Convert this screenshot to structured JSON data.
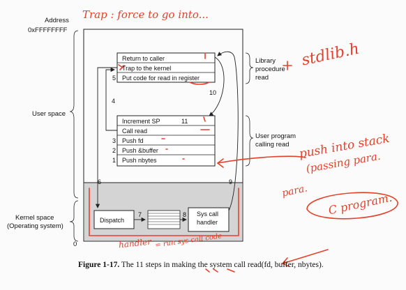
{
  "labels": {
    "address": "Address",
    "address_value": "0xFFFFFFFF",
    "user_space": "User space",
    "kernel_space": "Kernel space",
    "operating_system": "(Operating system)",
    "zero": "0",
    "library_procedure": [
      "Library",
      "procedure",
      "read"
    ],
    "user_program": [
      "User program",
      "calling read"
    ]
  },
  "library_rows": [
    {
      "step": "",
      "text": "Return to caller"
    },
    {
      "step": "",
      "text": "Trap to the kernel"
    },
    {
      "step": "5",
      "text": "Put code for read in register"
    }
  ],
  "program_rows": [
    {
      "step": "",
      "text": "Increment SP",
      "extra": "11"
    },
    {
      "step": "",
      "text": "Call read",
      "extra": ""
    },
    {
      "step": "3",
      "text": "Push fd",
      "extra": ""
    },
    {
      "step": "2",
      "text": "Push &buffer",
      "extra": ""
    },
    {
      "step": "1",
      "text": "Push nbytes",
      "extra": ""
    }
  ],
  "kernel": {
    "dispatch": "Dispatch",
    "syscall_handler": [
      "Sys call",
      "handler"
    ]
  },
  "steps": {
    "s4": "4",
    "s6": "6",
    "s7": "7",
    "s8": "8",
    "s9": "9",
    "s10": "10"
  },
  "caption": {
    "figure": "Figure 1-17.",
    "text": "The 11 steps in making the system call read(fd, buffer, nbytes)."
  },
  "annotations": {
    "trap": "Trap : force to go into...",
    "stdlib": "stdlib.h",
    "push_stack": "push into stack",
    "passing": "(passing para.",
    "para": "para.",
    "c_program": "C program.",
    "handler": "handler",
    "run_syscall": "= run sys call code"
  },
  "colors": {
    "ink": "#e5402c",
    "kernel_bg": "#d4d4d4",
    "line": "#222222"
  }
}
